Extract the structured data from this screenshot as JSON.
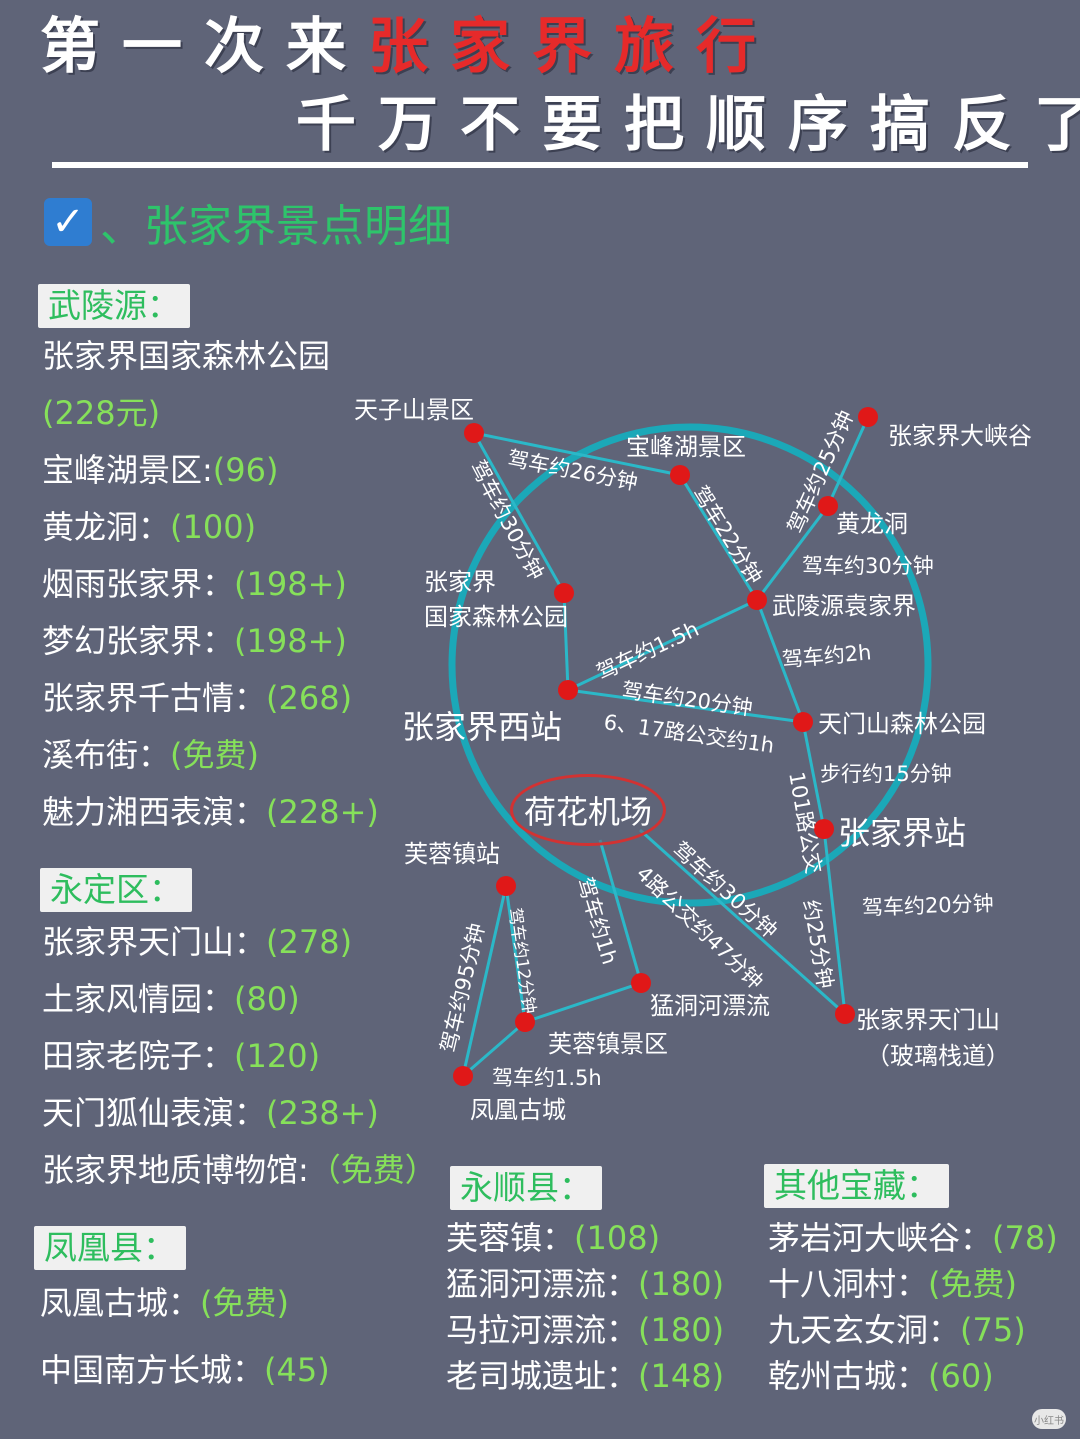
{
  "header": {
    "title_prefix": "第一次来",
    "title_highlight": "张家界旅行",
    "title_line2": "千万不要把顺序搞反了"
  },
  "section": {
    "check_glyph": "✓",
    "title": "、张家界景点明细"
  },
  "colors": {
    "background": "#5f6478",
    "title_red": "#e62a2a",
    "accent_green": "#2ec46b",
    "price_green": "#86e05a",
    "circle_teal": "#1ba8b8",
    "node_red": "#e01818"
  },
  "wulingyuan": {
    "tag": "武陵源：",
    "items": [
      {
        "name": "张家界国家森林公园",
        "price": ""
      },
      {
        "name": "",
        "price": "(228元)"
      },
      {
        "name": "宝峰湖景区:",
        "price": "(96)"
      },
      {
        "name": "黄龙洞：",
        "price": "(100)"
      },
      {
        "name": "烟雨张家界：",
        "price": "(198+)"
      },
      {
        "name": "梦幻张家界：",
        "price": "(198+)"
      },
      {
        "name": "张家界千古情：",
        "price": "(268)"
      },
      {
        "name": "溪布街：",
        "price": "(免费)"
      },
      {
        "name": "魅力湘西表演：",
        "price": "(228+)"
      }
    ]
  },
  "yongding": {
    "tag": "永定区：",
    "items": [
      {
        "name": "张家界天门山：",
        "price": "(278)"
      },
      {
        "name": "土家风情园：",
        "price": "(80)"
      },
      {
        "name": "田家老院子：",
        "price": "(120)"
      },
      {
        "name": "天门狐仙表演：",
        "price": "(238+)"
      },
      {
        "name": "张家界地质博物馆:",
        "price": "（免费）"
      }
    ]
  },
  "fenghuang": {
    "tag": "凤凰县：",
    "items": [
      {
        "name": "凤凰古城：",
        "price": "(免费)"
      },
      {
        "name": "中国南方长城：",
        "price": "(45)"
      }
    ]
  },
  "yongshun": {
    "tag": "永顺县：",
    "items": [
      {
        "name": "芙蓉镇：",
        "price": "(108)"
      },
      {
        "name": "猛洞河漂流：",
        "price": "(180)"
      },
      {
        "name": "马拉河漂流：",
        "price": "(180)"
      },
      {
        "name": "老司城遗址：",
        "price": "(148)"
      }
    ]
  },
  "others": {
    "tag": "其他宝藏：",
    "items": [
      {
        "name": "茅岩河大峡谷：",
        "price": "(78)"
      },
      {
        "name": "十八洞村：",
        "price": "(免费)"
      },
      {
        "name": "九天玄女洞：",
        "price": "(75)"
      },
      {
        "name": "乾州古城：",
        "price": "(60)"
      }
    ]
  },
  "map": {
    "places": {
      "tianzishan": "天子山景区",
      "baofenghu": "宝峰湖景区",
      "daxiagu": "张家界大峡谷",
      "huanglongdong": "黄龙洞",
      "forest_park_1": "张家界",
      "forest_park_2": "国家森林公园",
      "wulingyuan": "武陵源袁家界",
      "west_station": "张家界西站",
      "tianmen_forest": "天门山森林公园",
      "airport": "荷花机场",
      "zjj_station": "张家界站",
      "furongzhen_station": "芙蓉镇站",
      "mengdonghe": "猛洞河漂流",
      "furongzhen_scenic": "芙蓉镇景区",
      "fenghuang": "凤凰古城",
      "tianmenshan_1": "张家界天门山",
      "tianmenshan_2": "（玻璃栈道）"
    },
    "routes": {
      "r_tzs_bfh": "驾车约26分钟",
      "r_tzs_forest": "驾车约30分钟",
      "r_daxiagu": "驾车约25分钟",
      "r_bfh_wly": "驾车22分钟",
      "r_hld_wly": "驾车约30分钟",
      "r_west_wly": "驾车约1.5h",
      "r_wly_tmforest": "驾车约2h",
      "r_west_tm": "驾车约20分钟",
      "r_bus": "6、17路公交约1h",
      "r_walk": "步行约15分钟",
      "r_101": "101路公交",
      "r_station_tm": "驾车约20分钟",
      "r_25": "约25分钟",
      "r_air_meng1": "驾车约30分钟",
      "r_air_meng2": "4路公交约47分钟",
      "r_air_frz": "驾车约1h",
      "r_frz_95": "驾车约95分钟",
      "r_frz_12": "驾车约12分钟",
      "r_fh": "驾车约1.5h"
    }
  },
  "watermark": "小红书"
}
